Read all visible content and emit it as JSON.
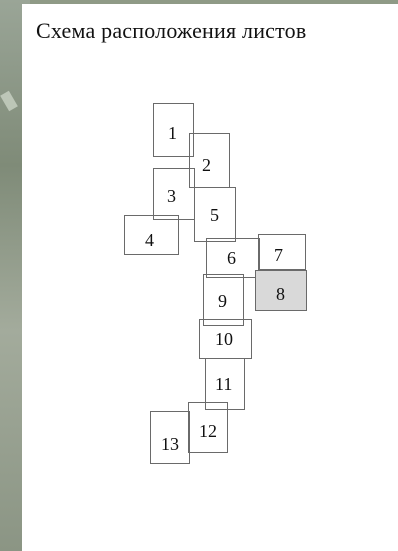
{
  "title": "Схема расположения листов",
  "sheets": [
    {
      "id": "1",
      "label": "1",
      "selected": false
    },
    {
      "id": "2",
      "label": "2",
      "selected": false
    },
    {
      "id": "3",
      "label": "3",
      "selected": false
    },
    {
      "id": "4",
      "label": "4",
      "selected": false
    },
    {
      "id": "5",
      "label": "5",
      "selected": false
    },
    {
      "id": "6",
      "label": "6",
      "selected": false
    },
    {
      "id": "7",
      "label": "7",
      "selected": false
    },
    {
      "id": "8",
      "label": "8",
      "selected": true
    },
    {
      "id": "9",
      "label": "9",
      "selected": false
    },
    {
      "id": "10",
      "label": "10",
      "selected": false
    },
    {
      "id": "11",
      "label": "11",
      "selected": false
    },
    {
      "id": "12",
      "label": "12",
      "selected": false
    },
    {
      "id": "13",
      "label": "13",
      "selected": false
    }
  ],
  "colors": {
    "selected_fill": "#d9d9d9",
    "frame_stroke": "#6a6a6a"
  }
}
